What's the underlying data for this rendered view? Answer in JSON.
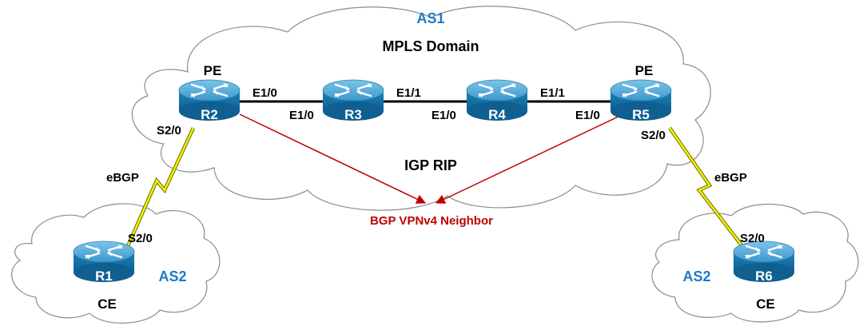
{
  "clouds": {
    "mpls": {
      "as_label": "AS1",
      "title": "MPLS Domain",
      "igp_label": "IGP RIP"
    },
    "left_ce": {
      "as_label": "AS2"
    },
    "right_ce": {
      "as_label": "AS2"
    }
  },
  "routers": [
    {
      "id": "R1",
      "role": "CE"
    },
    {
      "id": "R2",
      "role": "PE"
    },
    {
      "id": "R3",
      "role": ""
    },
    {
      "id": "R4",
      "role": ""
    },
    {
      "id": "R5",
      "role": "PE"
    },
    {
      "id": "R6",
      "role": "CE"
    }
  ],
  "links": {
    "r2_r3": {
      "a_if": "E1/0",
      "b_if": "E1/0"
    },
    "r3_r4": {
      "a_if": "E1/1",
      "b_if": "E1/0"
    },
    "r4_r5": {
      "a_if": "E1/1",
      "b_if": "E1/0"
    },
    "r2_r1": {
      "a_if": "S2/0",
      "b_if": "S2/0",
      "protocol": "eBGP"
    },
    "r5_r6": {
      "a_if": "S2/0",
      "b_if": "S2/0",
      "protocol": "eBGP"
    }
  },
  "vpn_session": {
    "label": "BGP VPNv4 Neighbor"
  },
  "colors": {
    "router_body": "#1a79b1",
    "router_top": "#4aa6d6",
    "serial_link": "#f2f200",
    "vpn_arrow": "#c00000",
    "as_label": "#1f78c8"
  }
}
